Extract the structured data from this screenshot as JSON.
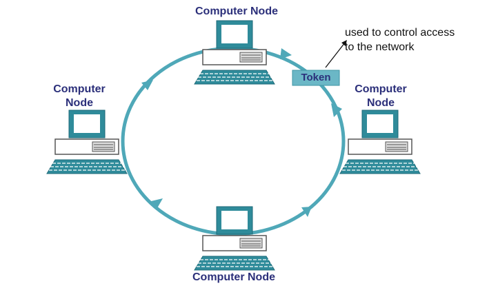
{
  "nodes": {
    "top": {
      "line1": "Computer Node"
    },
    "left": {
      "line1": "Computer",
      "line2": "Node"
    },
    "right": {
      "line1": "Computer",
      "line2": "Node"
    },
    "bottom": {
      "line1": "Computer Node"
    }
  },
  "token": {
    "label": "Token"
  },
  "annotation": {
    "line1": "used to control access",
    "line2": "to the network"
  },
  "colors": {
    "ring": "#4fa8b8",
    "token_fill": "#6bb7c6",
    "computer_teal": "#2f8b9a",
    "label_navy": "#2b2f7a"
  }
}
